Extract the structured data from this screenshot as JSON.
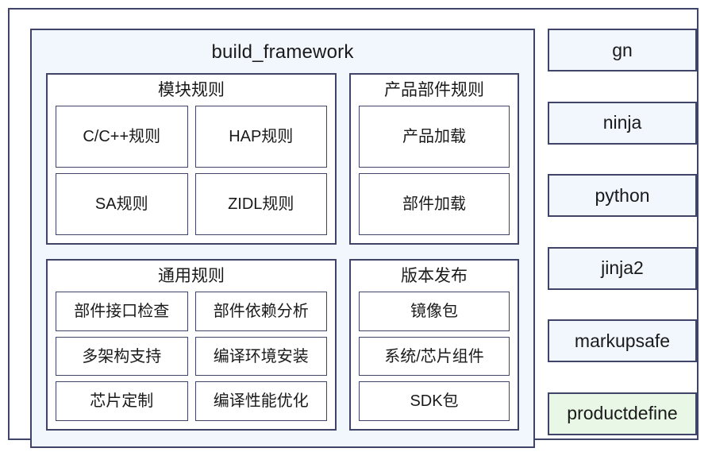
{
  "diagram": {
    "title": "build_framework",
    "colors": {
      "border": "#3f4468",
      "panel_blue": "#f1f7fd",
      "panel_green": "#e9f8e6",
      "panel_white": "#ffffff"
    },
    "panels": [
      {
        "title": "模块规则",
        "columns": 2,
        "items": [
          "C/C++规则",
          "HAP规则",
          "SA规则",
          "ZIDL规则"
        ]
      },
      {
        "title": "产品部件规则",
        "columns": 1,
        "items": [
          "产品加载",
          "部件加载"
        ]
      },
      {
        "title": "通用规则",
        "columns": 2,
        "items": [
          "部件接口检查",
          "部件依赖分析",
          "多架构支持",
          "编译环境安装",
          "芯片定制",
          "编译性能优化"
        ]
      },
      {
        "title": "版本发布",
        "columns": 1,
        "items": [
          "镜像包",
          "系统/芯片组件",
          "SDK包"
        ]
      }
    ],
    "tools": [
      {
        "label": "gn",
        "fill": "blue"
      },
      {
        "label": "ninja",
        "fill": "blue"
      },
      {
        "label": "python",
        "fill": "blue"
      },
      {
        "label": "jinja2",
        "fill": "blue"
      },
      {
        "label": "markupsafe",
        "fill": "blue"
      },
      {
        "label": "productdefine",
        "fill": "green"
      }
    ]
  }
}
